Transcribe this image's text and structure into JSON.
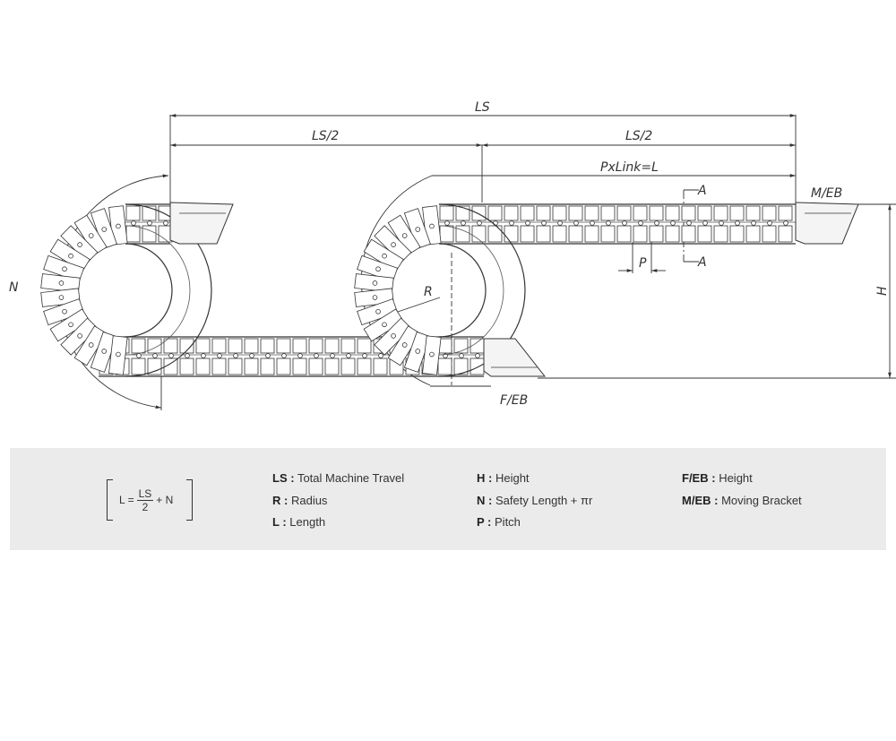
{
  "diagram": {
    "labels": {
      "ls": "LS",
      "ls_half_left": "LS/2",
      "ls_half_right": "LS/2",
      "pxlink": "PxLink=L",
      "me": "M/EB",
      "fe": "F/EB",
      "height": "H",
      "safety": "N",
      "radius": "R",
      "pitch": "P",
      "section_top": "A",
      "section_bottom": "A"
    }
  },
  "legend": {
    "formula": {
      "lhs": "L =",
      "numerator": "LS",
      "denominator": "2",
      "rhs": "+ N"
    },
    "columns": [
      [
        {
          "key": "LS :",
          "value": "Total Machine Travel"
        },
        {
          "key": "R :",
          "value": "Radius"
        },
        {
          "key": "L :",
          "value": "Length"
        }
      ],
      [
        {
          "key": "H :",
          "value": "Height"
        },
        {
          "key": "N :",
          "value": "Safety Length + πr"
        },
        {
          "key": "P :",
          "value": "Pitch"
        }
      ],
      [
        {
          "key": "F/EB :",
          "value": "Height"
        },
        {
          "key": "M/EB :",
          "value": "Moving Bracket"
        }
      ]
    ]
  }
}
